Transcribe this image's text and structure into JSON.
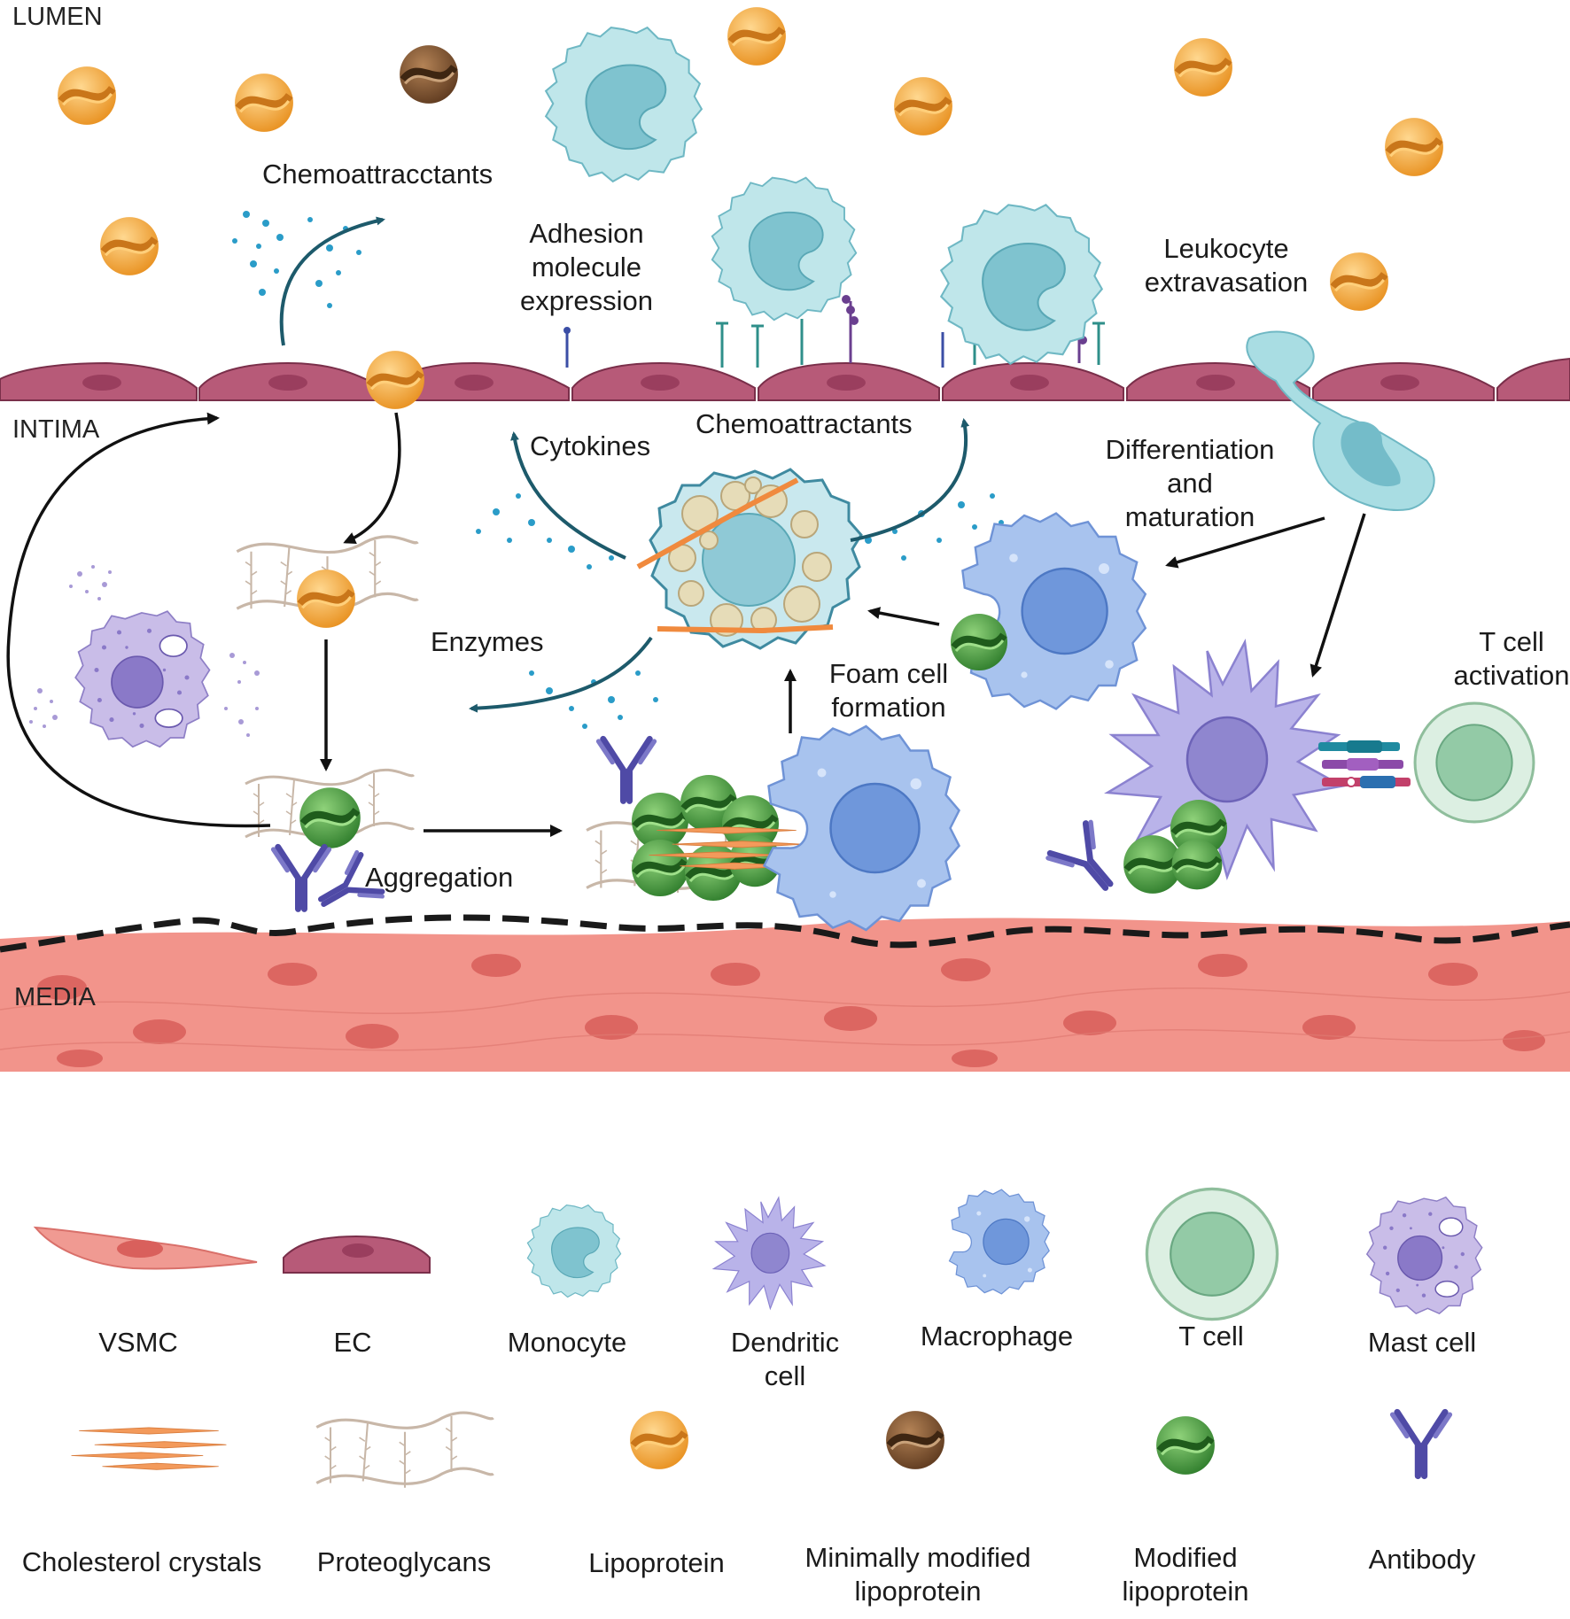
{
  "regions": {
    "lumen": "LUMEN",
    "intima": "INTIMA",
    "media": "MEDIA"
  },
  "process_labels": {
    "chemoattractants_top": "Chemoattracctants",
    "adhesion": [
      "Adhesion",
      "molecule",
      "expression"
    ],
    "leukocyte": [
      "Leukocyte",
      "extravasation"
    ],
    "cytokines": "Cytokines",
    "chemoattractants_mid": "Chemoattractants",
    "differentiation": [
      "Differentiation",
      "and",
      "maturation"
    ],
    "enzymes": "Enzymes",
    "foam_cell": [
      "Foam cell",
      "formation"
    ],
    "t_cell_activation": [
      "T cell",
      "activation"
    ],
    "aggregation": "Aggregation"
  },
  "legend": {
    "row1": [
      {
        "label": [
          "VSMC"
        ],
        "icon": "vsmc-icon"
      },
      {
        "label": [
          "EC"
        ],
        "icon": "endothelial-cell-icon"
      },
      {
        "label": [
          "Monocyte"
        ],
        "icon": "monocyte-icon"
      },
      {
        "label": [
          "Dendritic",
          "cell"
        ],
        "icon": "dendritic-cell-icon"
      },
      {
        "label": [
          "Macrophage"
        ],
        "icon": "macrophage-icon"
      },
      {
        "label": [
          "T cell"
        ],
        "icon": "t-cell-icon"
      },
      {
        "label": [
          "Mast cell"
        ],
        "icon": "mast-cell-icon"
      }
    ],
    "row2": [
      {
        "label": [
          "Cholesterol crystals"
        ],
        "icon": "cholesterol-crystals-icon"
      },
      {
        "label": [
          "Proteoglycans"
        ],
        "icon": "proteoglycans-icon"
      },
      {
        "label": [
          "Lipoprotein"
        ],
        "icon": "lipoprotein-icon"
      },
      {
        "label": [
          "Minimally modified",
          "lipoprotein"
        ],
        "icon": "minimally-modified-lipoprotein-icon"
      },
      {
        "label": [
          "Modified",
          "lipoprotein"
        ],
        "icon": "modified-lipoprotein-icon"
      },
      {
        "label": [
          "Antibody"
        ],
        "icon": "antibody-icon"
      }
    ]
  },
  "colors": {
    "lipoprotein": "#f2a93b",
    "minimally_modified": "#8a5a32",
    "modified": "#4e9a3f",
    "monocyte": "#a9dde3",
    "macrophage": "#9dbbe8",
    "dendritic": "#b4b0e4",
    "t_cell": "#cfe6d6",
    "mast_cell": "#c7b8e3",
    "endothelium": "#b75a78",
    "vsmc": "#ee8f88",
    "arrow_teal": "#1d5a6b",
    "arrow_black": "#111111"
  }
}
